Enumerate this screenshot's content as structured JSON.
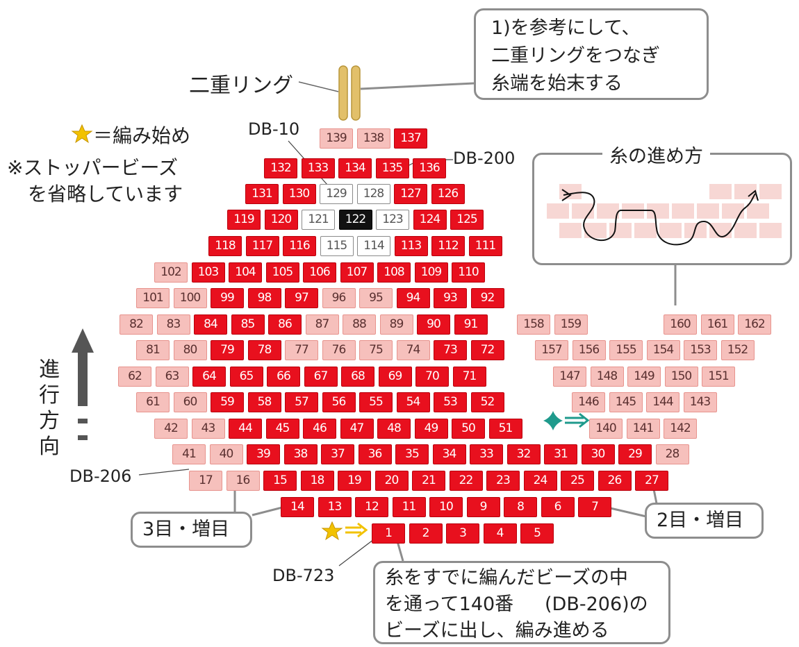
{
  "labels": {
    "double_ring": "二重リング",
    "callout_top": [
      "1)を参考にして、",
      "二重リングをつなぎ",
      "糸端を始末する"
    ],
    "start_legend": "＝編み始め",
    "stopper_note": [
      "※ストッパービーズ",
      "を省略しています"
    ],
    "db10": "DB-10",
    "db200": "DB-200",
    "db206": "DB-206",
    "db723": "DB-723",
    "direction": [
      "進",
      "行",
      "方",
      "向"
    ],
    "thread_path_title": "糸の進め方",
    "box_3": "3目・増目",
    "box_2": "2目・増目",
    "callout_bottom": [
      "糸をすでに編んだビーズの中",
      "を通って140番",
      "(DB-206)の",
      "ビーズに出し、編み進める"
    ]
  },
  "colors": {
    "red": "#e8101e",
    "pink": "#f6c0bc",
    "white": "#ffffff",
    "black": "#111111",
    "ring": "#e2c06a",
    "star": "#f2c200",
    "teal": "#1f9a8c",
    "arrow_gray": "#555555"
  },
  "beads": [
    {
      "n": "139",
      "c": "p"
    },
    {
      "n": "138",
      "c": "p"
    },
    {
      "n": "137",
      "c": "r"
    },
    {
      "n": "132",
      "c": "r"
    },
    {
      "n": "133",
      "c": "r"
    },
    {
      "n": "134",
      "c": "r"
    },
    {
      "n": "135",
      "c": "r"
    },
    {
      "n": "136",
      "c": "r"
    },
    {
      "n": "131",
      "c": "r"
    },
    {
      "n": "130",
      "c": "r"
    },
    {
      "n": "129",
      "c": "w"
    },
    {
      "n": "128",
      "c": "w"
    },
    {
      "n": "127",
      "c": "r"
    },
    {
      "n": "126",
      "c": "r"
    },
    {
      "n": "119",
      "c": "r"
    },
    {
      "n": "120",
      "c": "r"
    },
    {
      "n": "121",
      "c": "w"
    },
    {
      "n": "122",
      "c": "b"
    },
    {
      "n": "123",
      "c": "w"
    },
    {
      "n": "124",
      "c": "r"
    },
    {
      "n": "125",
      "c": "r"
    },
    {
      "n": "118",
      "c": "r"
    },
    {
      "n": "117",
      "c": "r"
    },
    {
      "n": "116",
      "c": "r"
    },
    {
      "n": "115",
      "c": "w"
    },
    {
      "n": "114",
      "c": "w"
    },
    {
      "n": "113",
      "c": "r"
    },
    {
      "n": "112",
      "c": "r"
    },
    {
      "n": "111",
      "c": "r"
    },
    {
      "n": "102",
      "c": "p"
    },
    {
      "n": "103",
      "c": "r"
    },
    {
      "n": "104",
      "c": "r"
    },
    {
      "n": "105",
      "c": "r"
    },
    {
      "n": "106",
      "c": "r"
    },
    {
      "n": "107",
      "c": "r"
    },
    {
      "n": "108",
      "c": "r"
    },
    {
      "n": "109",
      "c": "r"
    },
    {
      "n": "110",
      "c": "r"
    },
    {
      "n": "101",
      "c": "p"
    },
    {
      "n": "100",
      "c": "p"
    },
    {
      "n": "99",
      "c": "r"
    },
    {
      "n": "98",
      "c": "r"
    },
    {
      "n": "97",
      "c": "r"
    },
    {
      "n": "96",
      "c": "p"
    },
    {
      "n": "95",
      "c": "p"
    },
    {
      "n": "94",
      "c": "r"
    },
    {
      "n": "93",
      "c": "r"
    },
    {
      "n": "92",
      "c": "r"
    },
    {
      "n": "82",
      "c": "p"
    },
    {
      "n": "83",
      "c": "p"
    },
    {
      "n": "84",
      "c": "r"
    },
    {
      "n": "85",
      "c": "r"
    },
    {
      "n": "86",
      "c": "r"
    },
    {
      "n": "87",
      "c": "p"
    },
    {
      "n": "88",
      "c": "p"
    },
    {
      "n": "89",
      "c": "p"
    },
    {
      "n": "90",
      "c": "r"
    },
    {
      "n": "91",
      "c": "r"
    },
    {
      "n": "81",
      "c": "p"
    },
    {
      "n": "80",
      "c": "p"
    },
    {
      "n": "79",
      "c": "r"
    },
    {
      "n": "78",
      "c": "r"
    },
    {
      "n": "77",
      "c": "p"
    },
    {
      "n": "76",
      "c": "p"
    },
    {
      "n": "75",
      "c": "p"
    },
    {
      "n": "74",
      "c": "p"
    },
    {
      "n": "73",
      "c": "r"
    },
    {
      "n": "72",
      "c": "r"
    },
    {
      "n": "62",
      "c": "p"
    },
    {
      "n": "63",
      "c": "p"
    },
    {
      "n": "64",
      "c": "r"
    },
    {
      "n": "65",
      "c": "r"
    },
    {
      "n": "66",
      "c": "r"
    },
    {
      "n": "67",
      "c": "r"
    },
    {
      "n": "68",
      "c": "r"
    },
    {
      "n": "69",
      "c": "r"
    },
    {
      "n": "70",
      "c": "r"
    },
    {
      "n": "71",
      "c": "r"
    },
    {
      "n": "61",
      "c": "p"
    },
    {
      "n": "60",
      "c": "p"
    },
    {
      "n": "59",
      "c": "r"
    },
    {
      "n": "58",
      "c": "r"
    },
    {
      "n": "57",
      "c": "r"
    },
    {
      "n": "56",
      "c": "r"
    },
    {
      "n": "55",
      "c": "r"
    },
    {
      "n": "54",
      "c": "r"
    },
    {
      "n": "53",
      "c": "r"
    },
    {
      "n": "52",
      "c": "r"
    },
    {
      "n": "42",
      "c": "p"
    },
    {
      "n": "43",
      "c": "p"
    },
    {
      "n": "44",
      "c": "r"
    },
    {
      "n": "45",
      "c": "r"
    },
    {
      "n": "46",
      "c": "r"
    },
    {
      "n": "47",
      "c": "r"
    },
    {
      "n": "48",
      "c": "r"
    },
    {
      "n": "49",
      "c": "r"
    },
    {
      "n": "50",
      "c": "r"
    },
    {
      "n": "51",
      "c": "r"
    },
    {
      "n": "41",
      "c": "p"
    },
    {
      "n": "40",
      "c": "p"
    },
    {
      "n": "39",
      "c": "r"
    },
    {
      "n": "38",
      "c": "r"
    },
    {
      "n": "37",
      "c": "r"
    },
    {
      "n": "36",
      "c": "r"
    },
    {
      "n": "35",
      "c": "r"
    },
    {
      "n": "34",
      "c": "r"
    },
    {
      "n": "33",
      "c": "r"
    },
    {
      "n": "32",
      "c": "r"
    },
    {
      "n": "31",
      "c": "r"
    },
    {
      "n": "30",
      "c": "r"
    },
    {
      "n": "29",
      "c": "r"
    },
    {
      "n": "28",
      "c": "p"
    },
    {
      "n": "17",
      "c": "p"
    },
    {
      "n": "16",
      "c": "p"
    },
    {
      "n": "15",
      "c": "r"
    },
    {
      "n": "18",
      "c": "r"
    },
    {
      "n": "19",
      "c": "r"
    },
    {
      "n": "20",
      "c": "r"
    },
    {
      "n": "21",
      "c": "r"
    },
    {
      "n": "22",
      "c": "r"
    },
    {
      "n": "23",
      "c": "r"
    },
    {
      "n": "24",
      "c": "r"
    },
    {
      "n": "25",
      "c": "r"
    },
    {
      "n": "26",
      "c": "r"
    },
    {
      "n": "27",
      "c": "r"
    },
    {
      "n": "14",
      "c": "r"
    },
    {
      "n": "13",
      "c": "r"
    },
    {
      "n": "12",
      "c": "r"
    },
    {
      "n": "11",
      "c": "r"
    },
    {
      "n": "10",
      "c": "r"
    },
    {
      "n": "9",
      "c": "r"
    },
    {
      "n": "8",
      "c": "r"
    },
    {
      "n": "6",
      "c": "r"
    },
    {
      "n": "7",
      "c": "r"
    },
    {
      "n": "1",
      "c": "r"
    },
    {
      "n": "2",
      "c": "r"
    },
    {
      "n": "3",
      "c": "r"
    },
    {
      "n": "4",
      "c": "r"
    },
    {
      "n": "5",
      "c": "r"
    },
    {
      "n": "158",
      "c": "p"
    },
    {
      "n": "159",
      "c": "p"
    },
    {
      "n": "160",
      "c": "p"
    },
    {
      "n": "161",
      "c": "p"
    },
    {
      "n": "162",
      "c": "p"
    },
    {
      "n": "157",
      "c": "p"
    },
    {
      "n": "156",
      "c": "p"
    },
    {
      "n": "155",
      "c": "p"
    },
    {
      "n": "154",
      "c": "p"
    },
    {
      "n": "153",
      "c": "p"
    },
    {
      "n": "152",
      "c": "p"
    },
    {
      "n": "147",
      "c": "p"
    },
    {
      "n": "148",
      "c": "p"
    },
    {
      "n": "149",
      "c": "p"
    },
    {
      "n": "150",
      "c": "p"
    },
    {
      "n": "151",
      "c": "p"
    },
    {
      "n": "146",
      "c": "p"
    },
    {
      "n": "145",
      "c": "p"
    },
    {
      "n": "144",
      "c": "p"
    },
    {
      "n": "143",
      "c": "p"
    },
    {
      "n": "140",
      "c": "p"
    },
    {
      "n": "141",
      "c": "p"
    },
    {
      "n": "142",
      "c": "p"
    }
  ]
}
